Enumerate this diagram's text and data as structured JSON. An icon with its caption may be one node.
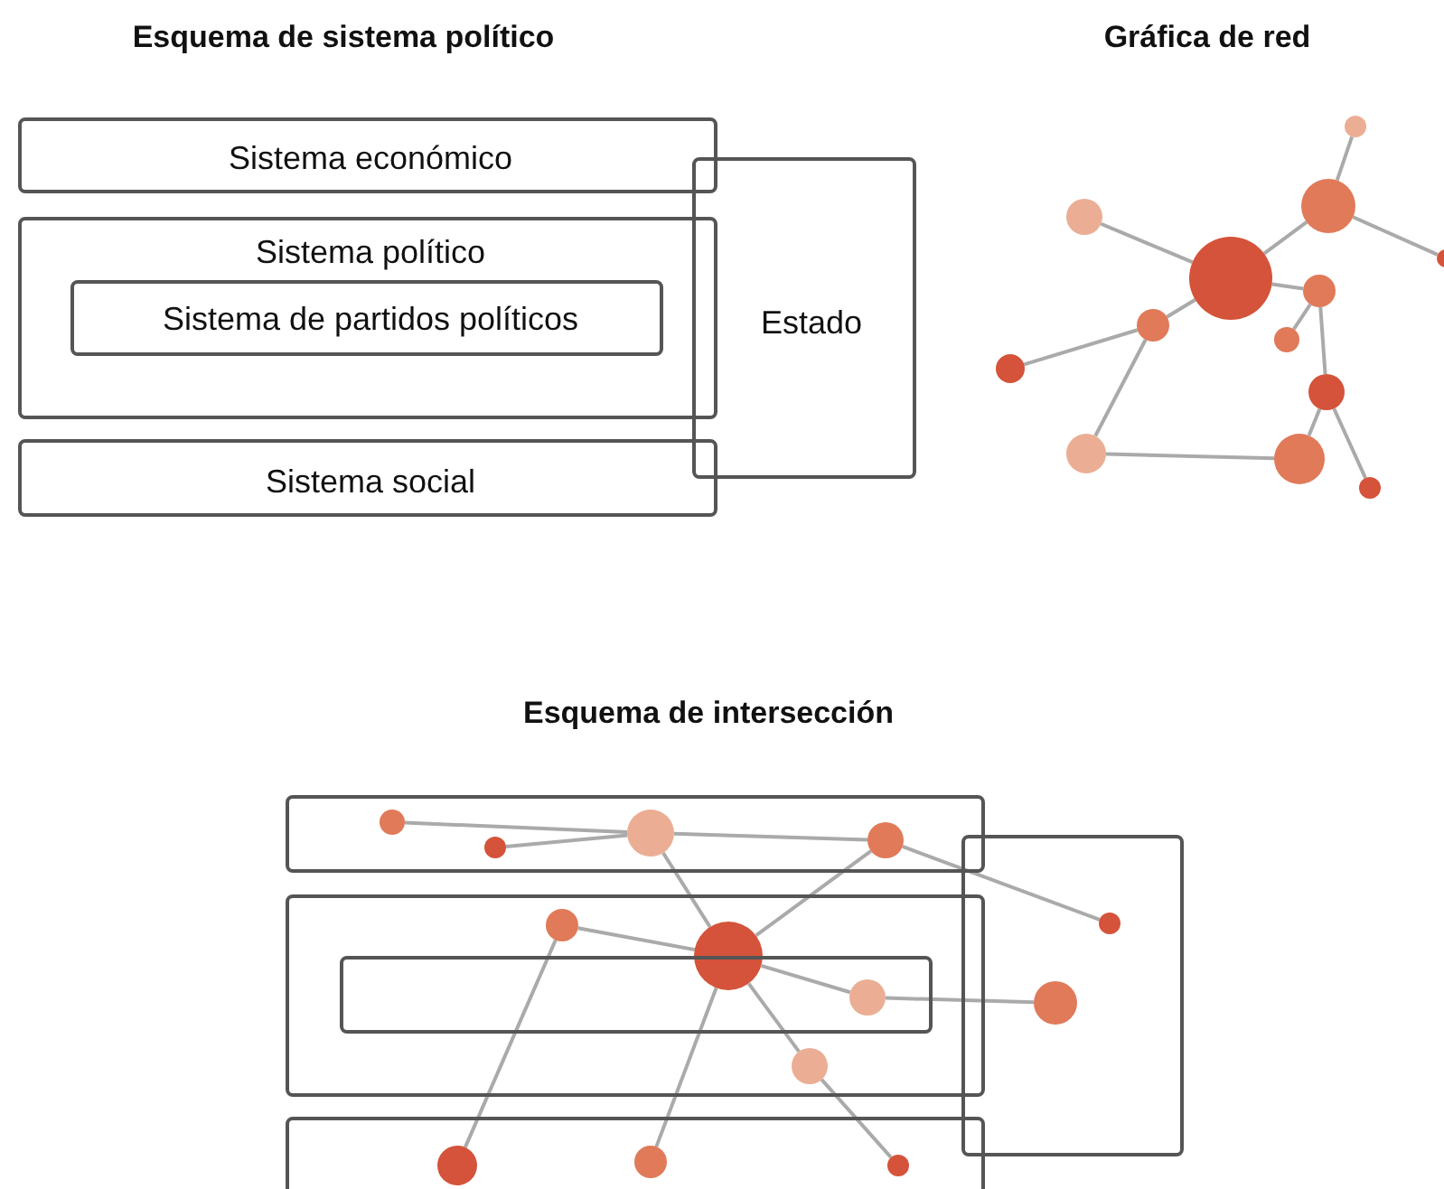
{
  "diagram": {
    "nodes": [
      {
        "text": [
          "Sistema económico"
        ]
      },
      {
        "text": [
          "Sistema político"
        ]
      },
      {
        "text": [
          "Sistema de partidos políticos"
        ],
        "in": 1
      },
      {
        "text": [
          "Sistema social"
        ]
      },
      {
        "text": [
          "Estado"
        ]
      },
      {
        "text": [],
        "shape": "circle"
      },
      {
        "text": [],
        "shape": "circle"
      },
      {
        "text": [],
        "shape": "circle"
      },
      {
        "text": [],
        "shape": "circle"
      },
      {
        "text": [],
        "shape": "circle"
      },
      {
        "text": [],
        "shape": "circle"
      },
      {
        "text": [],
        "shape": "circle"
      },
      {
        "text": [],
        "shape": "circle"
      },
      {
        "text": [],
        "shape": "circle"
      },
      {
        "text": [],
        "shape": "circle"
      },
      {
        "text": [],
        "shape": "circle"
      },
      {
        "text": [],
        "shape": "circle"
      },
      {
        "text": [],
        "shape": "circle"
      },
      {
        "text": [],
        "shape": "box"
      },
      {
        "text": [],
        "shape": "circle",
        "in": 18
      },
      {
        "text": [],
        "shape": "circle",
        "in": 18
      },
      {
        "text": [],
        "shape": "circle",
        "in": 18
      },
      {
        "text": [],
        "shape": "circle",
        "in": 18
      },
      {
        "text": [],
        "shape": "box"
      },
      {
        "text": [],
        "shape": "circle",
        "in": 23
      },
      {
        "text": [],
        "shape": "circle",
        "in": 23
      },
      {
        "text": [],
        "shape": "box",
        "in": 23
      },
      {
        "text": [],
        "shape": "circle",
        "in": 26
      },
      {
        "text": [],
        "shape": "circle",
        "in": 23
      },
      {
        "text": [],
        "shape": "box"
      },
      {
        "text": [],
        "shape": "circle",
        "in": 29
      },
      {
        "text": [],
        "shape": "circle",
        "in": 29
      },
      {
        "text": [],
        "shape": "circle",
        "in": 29
      },
      {
        "text": [],
        "shape": "box"
      },
      {
        "text": [],
        "shape": "circle",
        "in": 33
      },
      {
        "text": [],
        "shape": "circle",
        "in": 33
      }
    ],
    "edges": [
      {
        "from": 5,
        "to": 6,
        "arrow": "none"
      },
      {
        "from": 6,
        "to": 7,
        "arrow": "none"
      },
      {
        "from": 6,
        "to": 8,
        "arrow": "none"
      },
      {
        "from": 5,
        "to": 9,
        "arrow": "none"
      },
      {
        "from": 5,
        "to": 10,
        "arrow": "none"
      },
      {
        "from": 10,
        "to": 11,
        "arrow": "none"
      },
      {
        "from": 5,
        "to": 12,
        "arrow": "none"
      },
      {
        "from": 12,
        "to": 13,
        "arrow": "none"
      },
      {
        "from": 12,
        "to": 15,
        "arrow": "none"
      },
      {
        "from": 15,
        "to": 16,
        "arrow": "none"
      },
      {
        "from": 10,
        "to": 14,
        "arrow": "none"
      },
      {
        "from": 14,
        "to": 16,
        "arrow": "none"
      },
      {
        "from": 14,
        "to": 17,
        "arrow": "none"
      },
      {
        "from": 19,
        "to": 21,
        "arrow": "none"
      },
      {
        "from": 20,
        "to": 21,
        "arrow": "none"
      },
      {
        "from": 21,
        "to": 22,
        "arrow": "none"
      },
      {
        "from": 21,
        "to": 25,
        "arrow": "none"
      },
      {
        "from": 22,
        "to": 25,
        "arrow": "none"
      },
      {
        "from": 22,
        "to": 34,
        "arrow": "none"
      },
      {
        "from": 24,
        "to": 25,
        "arrow": "none"
      },
      {
        "from": 24,
        "to": 30,
        "arrow": "none"
      },
      {
        "from": 25,
        "to": 27,
        "arrow": "none"
      },
      {
        "from": 27,
        "to": 35,
        "arrow": "none"
      },
      {
        "from": 25,
        "to": 31,
        "arrow": "none"
      },
      {
        "from": 25,
        "to": 28,
        "arrow": "none"
      },
      {
        "from": 28,
        "to": 32,
        "arrow": "none"
      }
    ],
    "labels": [
      "Esquema de sistema político",
      "Gráfica de red",
      "Esquema de intersección"
    ]
  }
}
